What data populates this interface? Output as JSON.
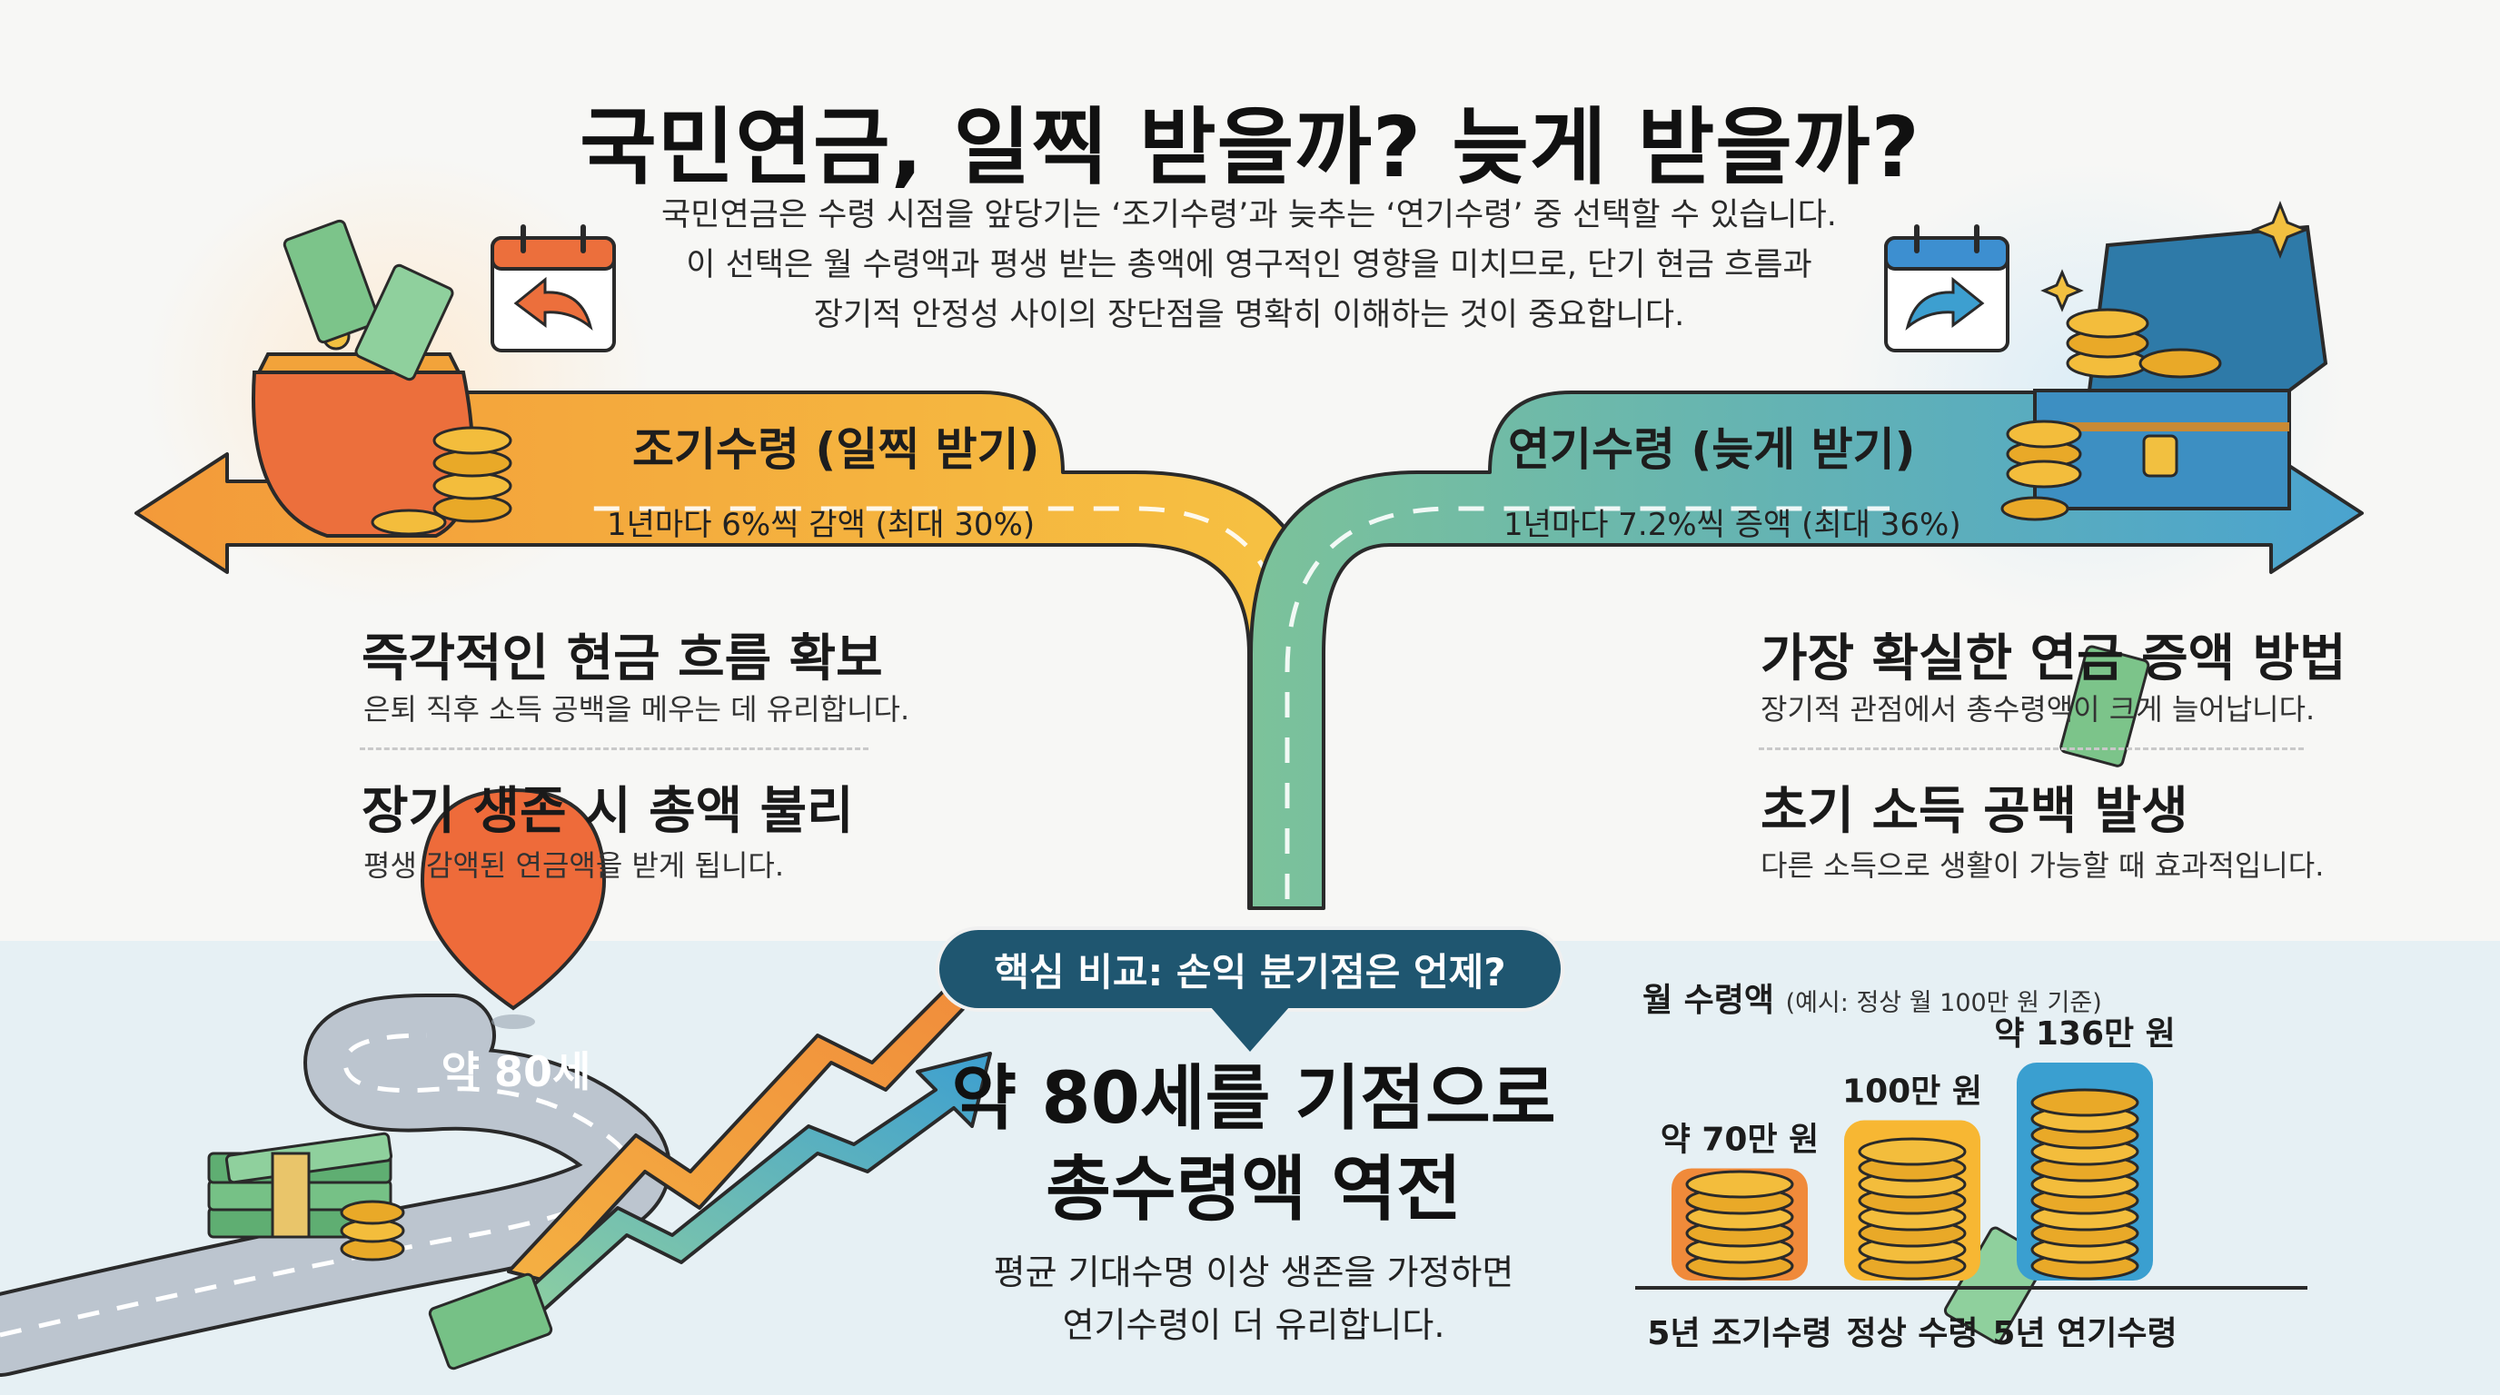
{
  "title": "국민연금, 일찍 받을까? 늦게 받을까?",
  "intro": [
    "국민연금은 수령 시점을 앞당기는 ‘조기수령’과 늦추는 ‘연기수령’ 중 선택할 수 있습니다.",
    "이 선택은 월 수령액과 평생 받는 총액에 영구적인 영향을 미치므로, 단기 현금 흐름과",
    "장기적 안정성 사이의 장단점을 명확히 이해하는 것이 중요합니다."
  ],
  "early": {
    "title": "조기수령 (일찍 받기)",
    "subtitle": "1년마다 6%씩 감액 (최대 30%)",
    "features": [
      {
        "title": "즉각적인 현금 흐름 확보",
        "desc": "은퇴 직후 소득 공백을 메우는 데 유리합니다."
      },
      {
        "title": "장기 생존 시 총액 불리",
        "desc": "평생 감액된 연금액을 받게 됩니다."
      }
    ]
  },
  "deferred": {
    "title": "연기수령 (늦게 받기)",
    "subtitle": "1년마다 7.2%씩 증액 (최대 36%)",
    "features": [
      {
        "title": "가장 확실한 연금 증액 방법",
        "desc": "장기적 관점에서 총수령액이 크게 늘어납니다."
      },
      {
        "title": "초기 소득 공백 발생",
        "desc": "다른 소득으로 생활이 가능할 때 효과적입니다."
      }
    ]
  },
  "comparison": {
    "label": "핵심 비교: 손익 분기점은 언제?",
    "pin": "약 80세",
    "headline_1": "약 80세를 기점으로",
    "headline_2": "총수령액 역전",
    "note_1": "평균 기대수명 이상 생존을 가정하면",
    "note_2": "연기수령이 더 유리합니다."
  },
  "colors": {
    "early_orange": "#f2a33a",
    "deferred_blue": "#4aa3cf",
    "dark_navy": "#1f5670",
    "coin_gold": "#e9a928"
  },
  "icons": [
    "coin-purse-icon",
    "money-bill-icon",
    "coin-stack-icon",
    "calendar-back-icon",
    "calendar-forward-icon",
    "treasure-chest-icon",
    "sparkle-icon",
    "location-pin-icon",
    "trend-arrow-icon"
  ],
  "chart_data": {
    "type": "bar",
    "title": "월 수령액",
    "subtitle": "(예시: 정상 월 100만 원 기준)",
    "categories": [
      "5년 조기수령",
      "정상 수령",
      "5년 연기수령"
    ],
    "values": [
      70,
      100,
      136
    ],
    "value_labels": [
      "약 70만 원",
      "100만 원",
      "약 136만 원"
    ],
    "unit": "만 원",
    "ylim": [
      0,
      136
    ],
    "colors": [
      "#f08a3a",
      "#f7b733",
      "#3a9fd0"
    ],
    "grid": false,
    "legend": "none"
  }
}
